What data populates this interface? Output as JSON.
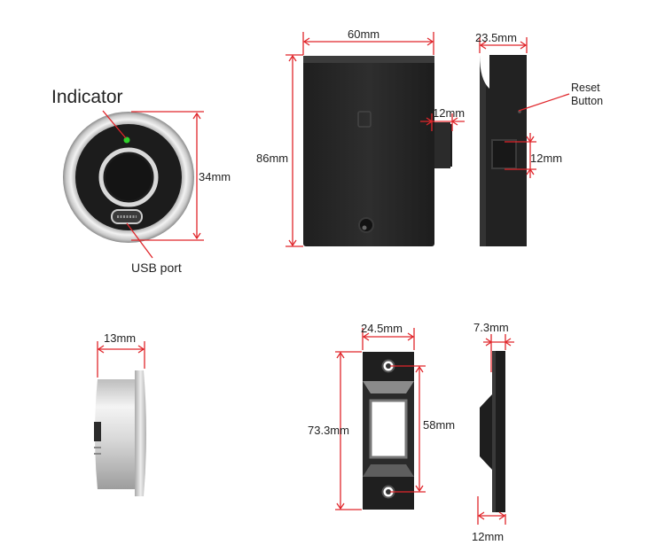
{
  "labels": {
    "indicator": "Indicator",
    "usb_port": "USB port",
    "reset_line1": "Reset",
    "reset_line2": "Button",
    "reader_diameter": "34mm",
    "lock_width": "60mm",
    "lock_height": "86mm",
    "latch_width": "12mm",
    "side_depth": "23.5mm",
    "side_latch": "12mm",
    "reader_depth": "13mm",
    "strike_width": "24.5mm",
    "strike_height": "73.3mm",
    "strike_hole_pitch": "58mm",
    "strike_side_top": "7.3mm",
    "strike_side_bottom": "12mm"
  },
  "colors": {
    "dimension_line": "#e0262b",
    "indicator_led": "#2fd12b",
    "body_dark": "#2a2a2a",
    "silver": "#cfcfcf"
  }
}
